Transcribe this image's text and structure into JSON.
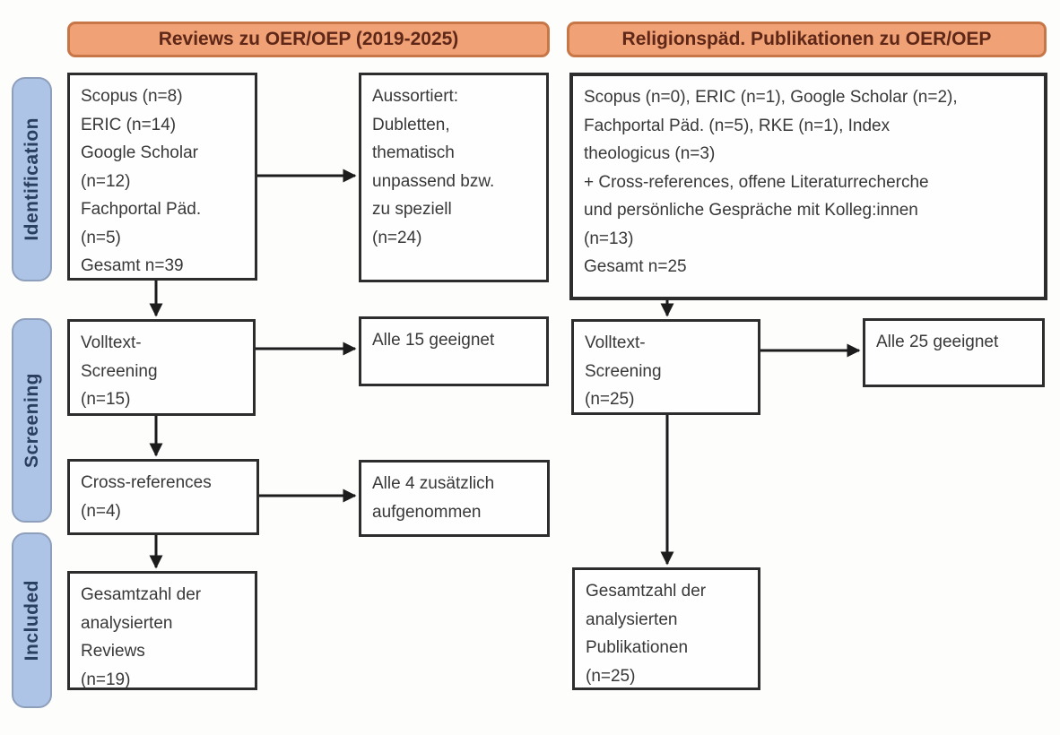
{
  "headers": {
    "left": "Reviews zu OER/OEP (2019-2025)",
    "right": "Religionspäd. Publikationen zu OER/OEP"
  },
  "stages": {
    "identification": "Identification",
    "screening": "Screening",
    "included": "Included"
  },
  "boxes": {
    "reviews_sources": "Scopus (n=8)\nERIC (n=14)\nGoogle Scholar\n(n=12)\nFachportal Päd.\n(n=5)\nGesamt n=39",
    "reviews_excluded": "Aussortiert:\nDubletten,\nthematisch\nunpassend bzw.\nzu speziell\n(n=24)",
    "reviews_fulltext": "Volltext-\nScreening\n(n=15)",
    "reviews_fulltext_result": "Alle 15 geeignet",
    "reviews_crossref": "Cross-references\n(n=4)",
    "reviews_crossref_result": "Alle 4 zusätzlich\naufgenommen",
    "reviews_included": "Gesamtzahl der\nanalysierten\nReviews\n(n=19)",
    "relpaed_sources": "Scopus (n=0), ERIC (n=1), Google Scholar (n=2),\nFachportal Päd. (n=5), RKE (n=1), Index\ntheologicus (n=3)\n+ Cross-references, offene Literaturrecherche\nund persönliche Gespräche mit Kolleg:innen\n(n=13)\nGesamt n=25",
    "relpaed_fulltext": "Volltext-\nScreening\n(n=25)",
    "relpaed_fulltext_result": "Alle 25 geeignet",
    "relpaed_included": "Gesamtzahl der\nanalysierten\nPublikationen\n(n=25)"
  },
  "colors": {
    "orange_fill": "#F0A175",
    "orange_border": "#C77747",
    "orange_text": "#5E2717",
    "pill_fill": "#AEC4E6",
    "pill_border": "#8E9FBC",
    "pill_text": "#2A3F5F",
    "box_border": "#2D2D2D",
    "box_text": "#383838",
    "arrow": "#1C1C1C"
  }
}
